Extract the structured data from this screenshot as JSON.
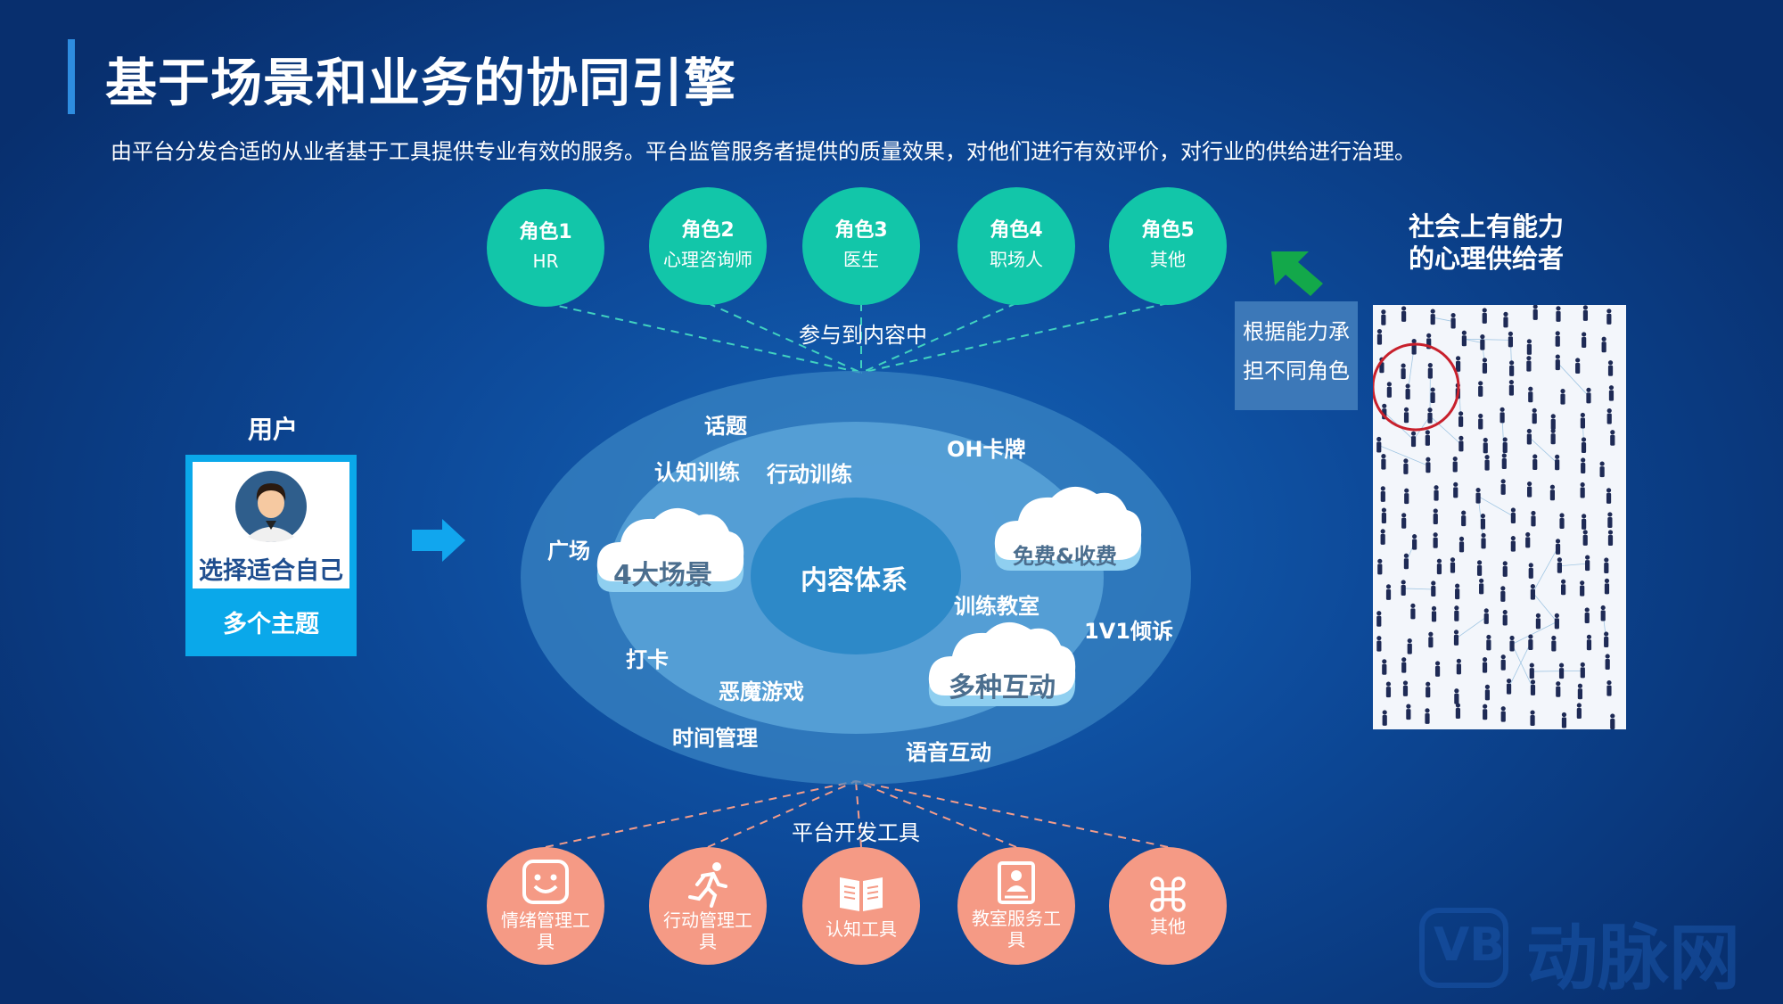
{
  "header": {
    "title": "基于场景和业务的协同引擎",
    "subtitle": "由平台分发合适的从业者基于工具提供专业有效的服务。平台监管服务者提供的质量效果，对他们进行有效评价，对行业的供给进行治理。"
  },
  "roles": [
    {
      "title": "角色1",
      "sub": "HR"
    },
    {
      "title": "角色2",
      "sub": "心理咨询师"
    },
    {
      "title": "角色3",
      "sub": "医生"
    },
    {
      "title": "角色4",
      "sub": "职场人"
    },
    {
      "title": "角色5",
      "sub": "其他"
    }
  ],
  "labels": {
    "participate": "参与到内容中",
    "platform_tools": "平台开发工具",
    "core": "内容体系",
    "user_heading": "用户",
    "user_choose": "选择适合自己",
    "user_topics": "多个主题",
    "supplier_title_1": "社会上有能力",
    "supplier_title_2": "的心理供给者",
    "ability_1": "根据能力承",
    "ability_2": "担不同角色",
    "watermark": "动脉网"
  },
  "clouds": {
    "scenes": "4大场景",
    "fees": "免费&收费",
    "interaction": "多种互动"
  },
  "content_items": {
    "topic": "话题",
    "oh_card": "OH卡牌",
    "cognitive_training": "认知训练",
    "action_training": "行动训练",
    "square": "广场",
    "training_class": "训练教室",
    "confide": "1V1倾诉",
    "checkin": "打卡",
    "demon_game": "恶魔游戏",
    "time_mgmt": "时间管理",
    "voice": "语音互动"
  },
  "tools": [
    {
      "label": "情绪管理工具",
      "icon": "smiley-icon"
    },
    {
      "label": "行动管理工具",
      "icon": "running-icon"
    },
    {
      "label": "认知工具",
      "icon": "book-icon"
    },
    {
      "label": "教室服务工具",
      "icon": "classroom-icon"
    },
    {
      "label": "其他",
      "icon": "command-icon"
    }
  ],
  "colors": {
    "role_teal": "#12c6a9",
    "tool_salmon": "#f59a85",
    "user_card_blue": "#0aa8ea",
    "arrow_green": "#13a84a"
  }
}
